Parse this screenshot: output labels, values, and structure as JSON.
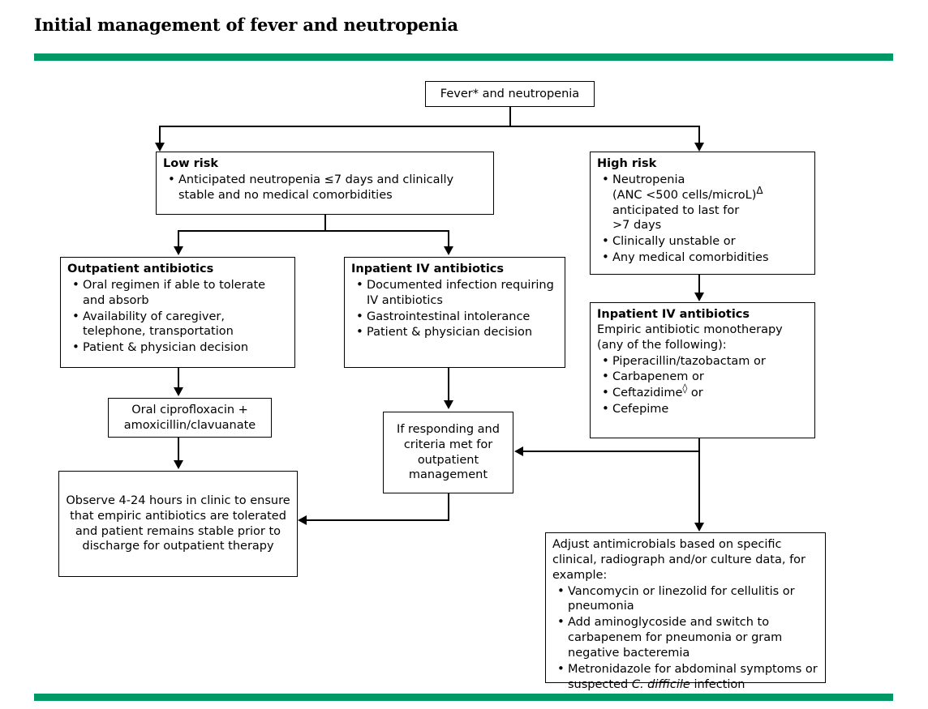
{
  "title": "Initial management of fever and neutropenia",
  "accent_color": "#009966",
  "chart_data": {
    "type": "diagram",
    "title": "Initial management of fever and neutropenia",
    "layout": "top-down flowchart"
  },
  "nodes": {
    "root": {
      "text": "Fever* and neutropenia"
    },
    "low_risk": {
      "header": "Low risk",
      "bullets": [
        "Anticipated neutropenia ≤7 days and clinically stable and no medical comorbidities"
      ]
    },
    "high_risk": {
      "header": "High risk",
      "bullets_line1": "Neutropenia",
      "bullets_line2_pre": "(ANC <500 cells/microL)",
      "bullets_line2_sup": "Δ",
      "bullets_line3": "anticipated to last for",
      "bullets_line4": ">7 days",
      "bullet2": "Clinically unstable or",
      "bullet3": "Any medical comorbidities"
    },
    "outpatient_abx": {
      "header": "Outpatient antibiotics",
      "bullets": [
        "Oral regimen if able to tolerate and absorb",
        "Availability of caregiver, telephone, transportation",
        "Patient & physician decision"
      ]
    },
    "inpatient_abx_left": {
      "header": "Inpatient IV antibiotics",
      "bullets": [
        "Documented infection requiring IV antibiotics",
        "Gastrointestinal intolerance",
        "Patient & physician decision"
      ]
    },
    "inpatient_abx_right": {
      "header": "Inpatient IV antibiotics",
      "lead": "Empiric antibiotic monotherapy (any of the following):",
      "bullet1": "Piperacillin/tazobactam or",
      "bullet2": "Carbapenem or",
      "bullet3_pre": "Ceftazidime",
      "bullet3_sup": "◊",
      "bullet3_post": " or",
      "bullet4": "Cefepime"
    },
    "oral_cipro": {
      "text": "Oral ciprofloxacin + amoxicillin/clavuanate"
    },
    "observe": {
      "text": "Observe 4-24 hours in clinic to ensure that empiric antibiotics are tolerated and patient remains stable prior to discharge for outpatient therapy"
    },
    "if_responding": {
      "text": "If responding and criteria met for outpatient management"
    },
    "adjust": {
      "lead": "Adjust antimicrobials based on specific clinical, radiograph and/or culture data, for example:",
      "bullet1": "Vancomycin or linezolid for cellulitis or pneumonia",
      "bullet2": "Add aminoglycoside and switch to carbapenem for pneumonia or gram negative bacteremia",
      "bullet3_pre": "Metronidazole for abdominal symptoms or suspected ",
      "bullet3_ital": "C. difficile",
      "bullet3_post": " infection"
    }
  }
}
